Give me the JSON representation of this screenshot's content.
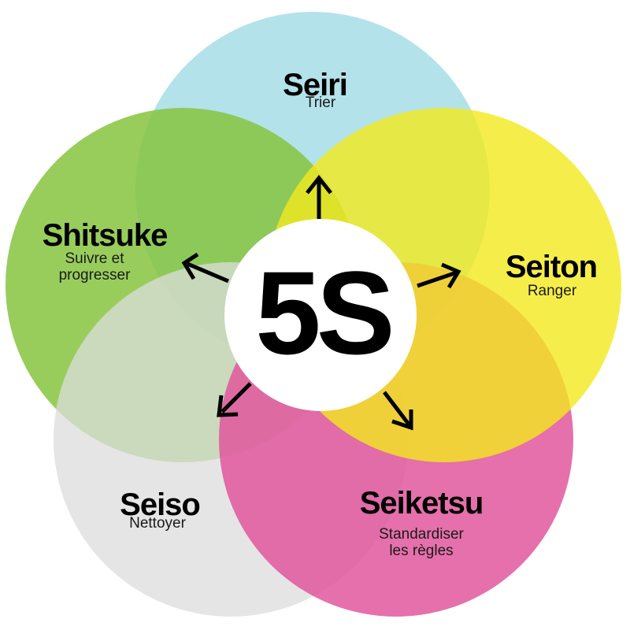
{
  "center": {
    "label": "5S"
  },
  "pillars": [
    {
      "key": "seiri",
      "name": "Seiri",
      "desc": [
        "Trier"
      ],
      "color": "#a6dde6"
    },
    {
      "key": "seiton",
      "name": "Seiton",
      "desc": [
        "Ranger"
      ],
      "color": "#f2ea1d"
    },
    {
      "key": "seiketsu",
      "name": "Seiketsu",
      "desc": [
        "Standardiser",
        "les règles"
      ],
      "color": "#e0579c"
    },
    {
      "key": "seiso",
      "name": "Seiso",
      "desc": [
        "Nettoyer"
      ],
      "color": "#dcdcdc"
    },
    {
      "key": "shitsuke",
      "name": "Shitsuke",
      "desc": [
        "Suivre et",
        "progresser"
      ],
      "color": "#86c43f"
    }
  ]
}
